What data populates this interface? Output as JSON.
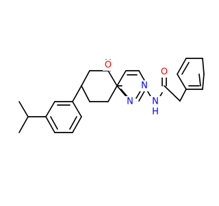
{
  "molecule": {
    "atom_labels": {
      "ketone_o": "O",
      "amide_o": "O",
      "ring_n_top": "N",
      "ring_n_bottom": "N",
      "amide_n": "N",
      "amide_h": "H"
    },
    "colors": {
      "bond": "#000000",
      "oxygen": "#ff0000",
      "nitrogen": "#0000ff"
    }
  }
}
